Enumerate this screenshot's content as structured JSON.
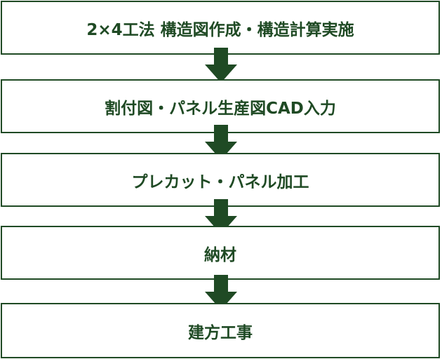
{
  "steps": [
    "2×4工法 構造図作成・構造計算実施",
    "割付図・パネル生産図CAD入力",
    "プレカット・パネル加工",
    "納材",
    "建方工事"
  ],
  "colors": {
    "accent": "#1f4a24"
  }
}
